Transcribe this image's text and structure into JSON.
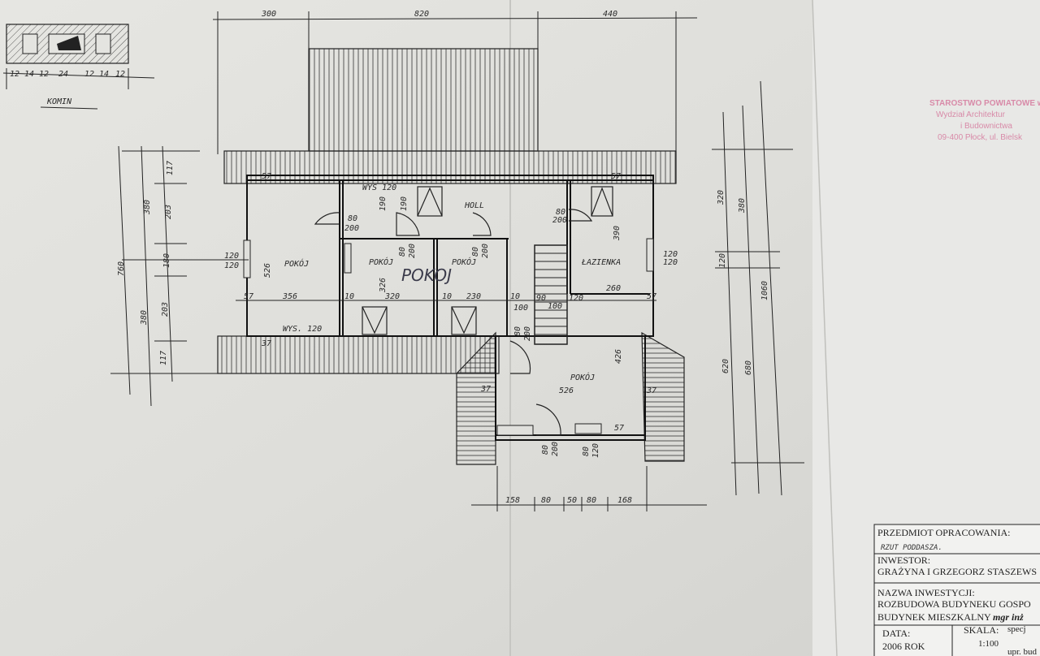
{
  "sheet": {
    "chimney_label": "KOMIN",
    "chimney_dims": [
      "12",
      "14",
      "12",
      "24",
      "12",
      "14",
      "12"
    ],
    "top_dims": [
      "300",
      "820",
      "440"
    ],
    "bottom_dims": [
      "158",
      "80",
      "50",
      "80",
      "168"
    ],
    "left_outer": "760",
    "left_mid": [
      "380",
      "380"
    ],
    "left_inner": [
      "117",
      "203",
      "180",
      "203",
      "117"
    ],
    "right_outer": "1060",
    "right_mid": [
      "380",
      "680"
    ],
    "right_inner": [
      "320",
      "120",
      "620"
    ],
    "rooms": {
      "left": "POKÓJ",
      "center": "POKÓJ",
      "center_right": "POKÓJ",
      "holl": "HOLL",
      "bath": "ŁAZIENKA",
      "lower": "POKÓJ",
      "handwritten": "POKOJ"
    },
    "heights": {
      "top": "WYS 120",
      "bottom": "WYS. 120"
    },
    "door": {
      "w": "80",
      "h": "200"
    },
    "window": {
      "a": "120",
      "b": "120"
    },
    "inner_dims": {
      "d526": "526",
      "d356": "356",
      "d320": "320",
      "d230": "230",
      "d10": "10",
      "d100": "100",
      "d260": "260",
      "d390": "390",
      "d426": "426",
      "d526b": "526",
      "d326": "326",
      "d190": "190",
      "d57": "57",
      "d37": "37",
      "d90": "90",
      "d120": "120"
    }
  },
  "stamp": {
    "line1": "STAROSTWO POWIATOWE w PŁ",
    "line2": "Wydział Architektur",
    "line3": "i Budownictwa",
    "line4": "09-400 Płock, ul. Bielsk"
  },
  "title_block": {
    "subject_label": "PRZEDMIOT OPRACOWANIA:",
    "subject_value": "RZUT PODDASZA.",
    "investor_label": "INWESTOR:",
    "investor_value": "GRAŻYNA I GRZEGORZ STASZEWS",
    "project_label": "NAZWA INWESTYCJI:",
    "project_value1": "ROZBUDOWA BUDYNEKU GOSPO",
    "project_value2": "BUDYNEK MIESZKALNY",
    "author": "mgr inż",
    "date_label": "DATA:",
    "date_value": "2006 ROK",
    "scale_label": "SKALA:",
    "scale_value": "1:100",
    "spec": "specj",
    "upr": "upr. bud"
  }
}
